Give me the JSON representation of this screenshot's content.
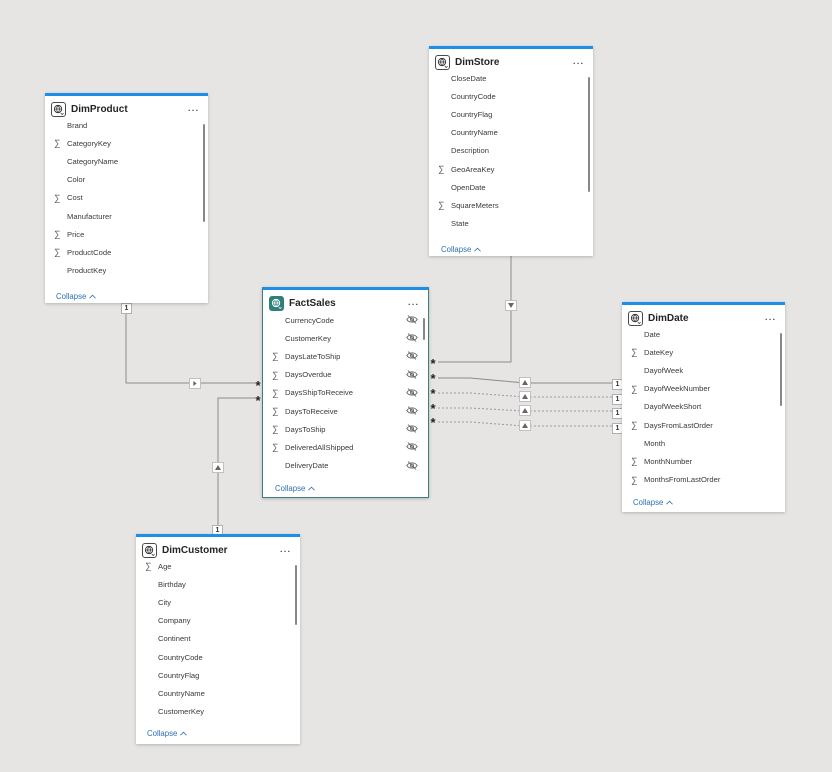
{
  "tables": {
    "dimproduct": {
      "title": "DimProduct",
      "fields": [
        {
          "name": "Brand",
          "sigma": false
        },
        {
          "name": "CategoryKey",
          "sigma": true
        },
        {
          "name": "CategoryName",
          "sigma": false
        },
        {
          "name": "Color",
          "sigma": false
        },
        {
          "name": "Cost",
          "sigma": true
        },
        {
          "name": "Manufacturer",
          "sigma": false
        },
        {
          "name": "Price",
          "sigma": true
        },
        {
          "name": "ProductCode",
          "sigma": true
        },
        {
          "name": "ProductKey",
          "sigma": false
        }
      ]
    },
    "dimstore": {
      "title": "DimStore",
      "fields": [
        {
          "name": "CloseDate",
          "sigma": false
        },
        {
          "name": "CountryCode",
          "sigma": false
        },
        {
          "name": "CountryFlag",
          "sigma": false
        },
        {
          "name": "CountryName",
          "sigma": false
        },
        {
          "name": "Description",
          "sigma": false
        },
        {
          "name": "GeoAreaKey",
          "sigma": true
        },
        {
          "name": "OpenDate",
          "sigma": false
        },
        {
          "name": "SquareMeters",
          "sigma": true
        },
        {
          "name": "State",
          "sigma": false
        }
      ]
    },
    "factsales": {
      "title": "FactSales",
      "fields": [
        {
          "name": "CurrencyCode",
          "sigma": false
        },
        {
          "name": "CustomerKey",
          "sigma": false
        },
        {
          "name": "DaysLateToShip",
          "sigma": true
        },
        {
          "name": "DaysOverdue",
          "sigma": true
        },
        {
          "name": "DaysShipToReceive",
          "sigma": true
        },
        {
          "name": "DaysToReceive",
          "sigma": true
        },
        {
          "name": "DaysToShip",
          "sigma": true
        },
        {
          "name": "DeliveredAllShipped",
          "sigma": true
        },
        {
          "name": "DeliveryDate",
          "sigma": false
        }
      ]
    },
    "dimdate": {
      "title": "DimDate",
      "fields": [
        {
          "name": "Date",
          "sigma": false
        },
        {
          "name": "DateKey",
          "sigma": true
        },
        {
          "name": "DayofWeek",
          "sigma": false
        },
        {
          "name": "DayofWeekNumber",
          "sigma": true
        },
        {
          "name": "DayofWeekShort",
          "sigma": false
        },
        {
          "name": "DaysFromLastOrder",
          "sigma": true
        },
        {
          "name": "Month",
          "sigma": false
        },
        {
          "name": "MonthNumber",
          "sigma": true
        },
        {
          "name": "MonthsFromLastOrder",
          "sigma": true
        }
      ]
    },
    "dimcustomer": {
      "title": "DimCustomer",
      "fields": [
        {
          "name": "Age",
          "sigma": true
        },
        {
          "name": "Birthday",
          "sigma": false
        },
        {
          "name": "City",
          "sigma": false
        },
        {
          "name": "Company",
          "sigma": false
        },
        {
          "name": "Continent",
          "sigma": false
        },
        {
          "name": "CountryCode",
          "sigma": false
        },
        {
          "name": "CountryFlag",
          "sigma": false
        },
        {
          "name": "CountryName",
          "sigma": false
        },
        {
          "name": "CustomerKey",
          "sigma": false
        }
      ]
    }
  },
  "labels": {
    "more": "…",
    "collapse": "Collapse",
    "one": "1",
    "many": "*"
  },
  "colors": {
    "accent": "#1e8fe6",
    "fact_icon": "#2f8079",
    "link": "#2f6fb0",
    "line": "#8c8c8c"
  },
  "icons": {
    "table": "table-globe-icon",
    "sigma": "sigma-icon",
    "hidden": "eye-hidden-icon",
    "collapse": "chevron-up-icon",
    "more": "more-options-icon"
  }
}
